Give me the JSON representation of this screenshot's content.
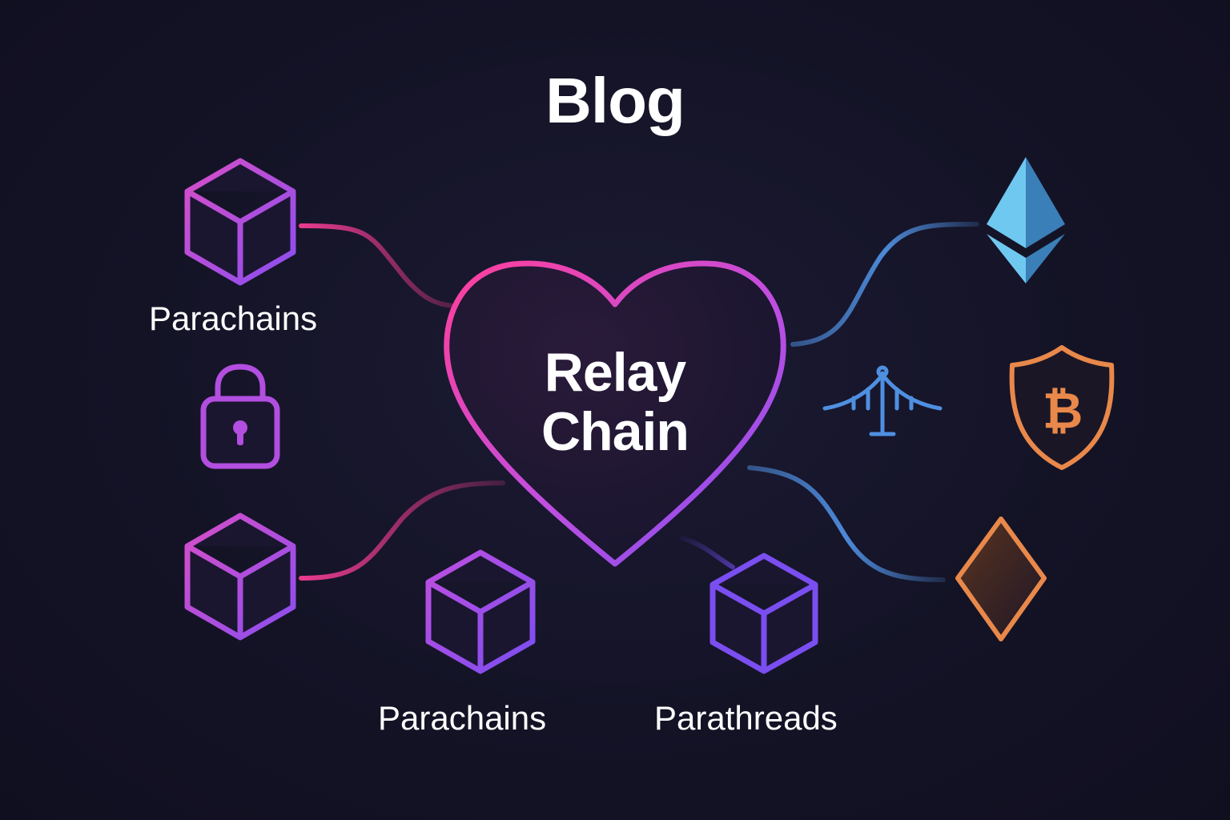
{
  "header": {
    "title": "Blog"
  },
  "center": {
    "label_line1": "Relay",
    "label_line2": "Chain"
  },
  "left_nodes": {
    "top_cube": {
      "icon": "cube-icon",
      "label": "Parachains"
    },
    "lock": {
      "icon": "padlock-icon"
    },
    "bottom_cube": {
      "icon": "cube-icon"
    }
  },
  "bottom_nodes": {
    "parachains": {
      "icon": "cube-icon",
      "label": "Parachains"
    },
    "parathreads": {
      "icon": "cube-icon",
      "label": "Parathreads"
    }
  },
  "right_nodes": {
    "ethereum": {
      "icon": "ethereum-diamond-icon"
    },
    "bridge": {
      "icon": "bridge-icon"
    },
    "bitcoin": {
      "icon": "bitcoin-shield-icon"
    },
    "diamond": {
      "icon": "diamond-icon"
    }
  },
  "colors": {
    "background": "#141326",
    "pink": "#ff3f9a",
    "magenta": "#c04ee0",
    "purple": "#8a4ef0",
    "blue": "#4f8fe0",
    "orange": "#e8884a",
    "eth_light": "#6fc8f0",
    "eth_dark": "#3a7fb8"
  }
}
